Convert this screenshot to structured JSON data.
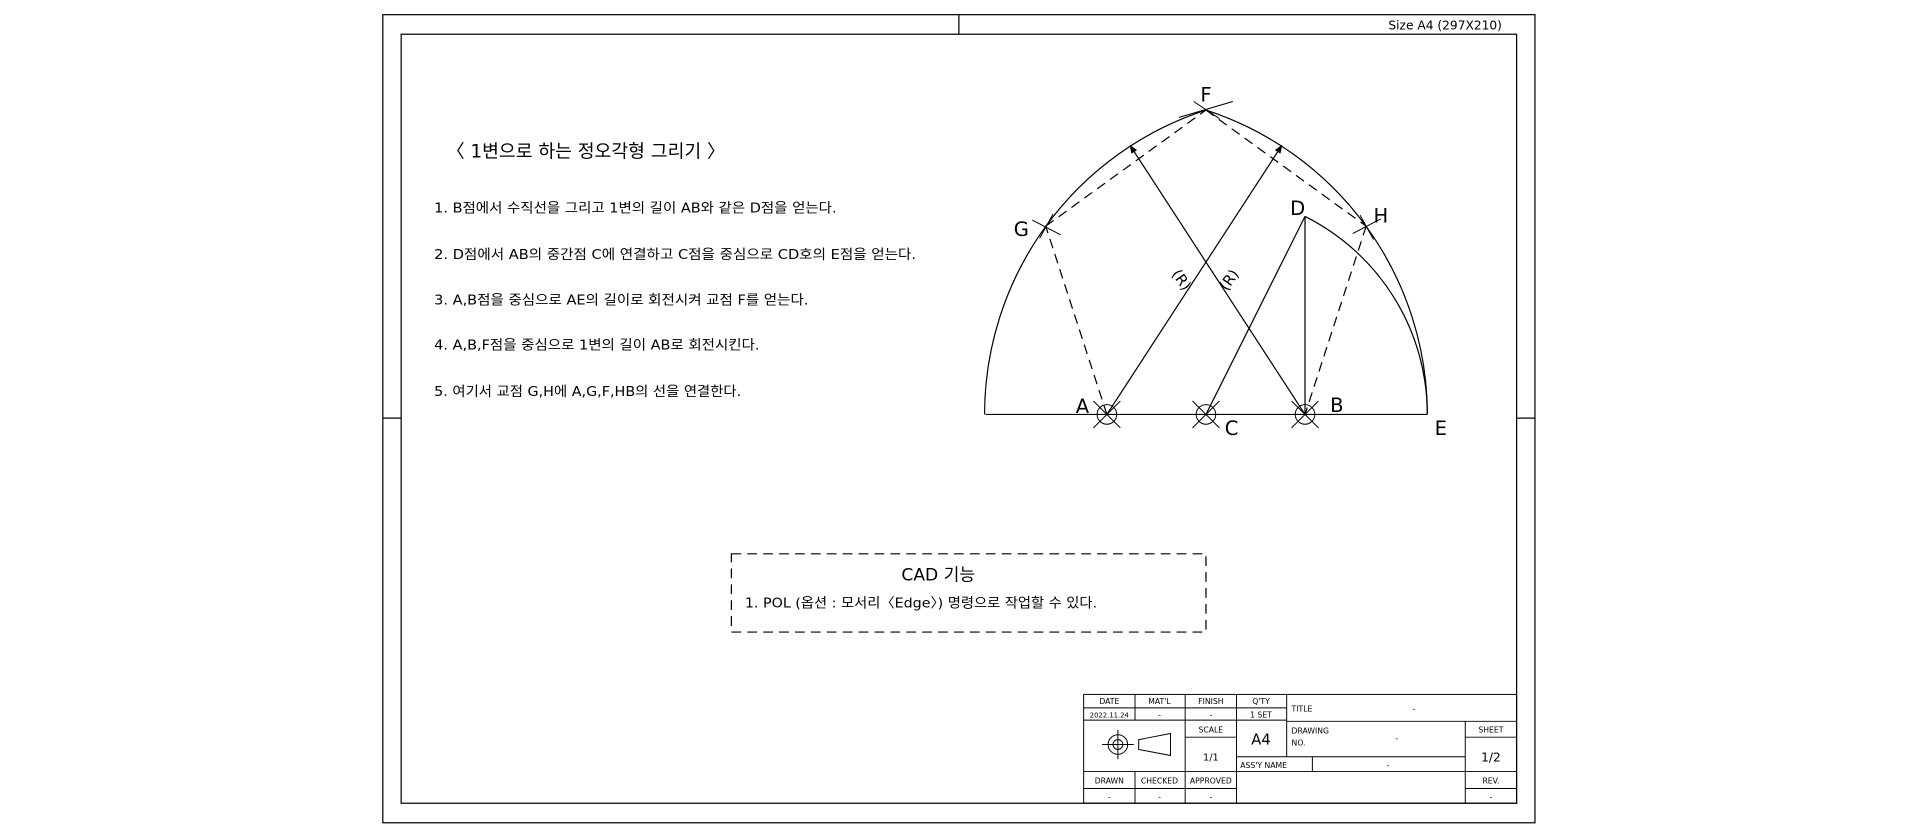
{
  "sheet": {
    "size_label": "Size A4 (297X210)"
  },
  "heading": "〈 1변으로 하는 정오각형 그리기 〉",
  "steps": [
    "1. B점에서 수직선을 그리고 1변의 길이 AB와 같은 D점을 얻는다.",
    "2. D점에서 AB의 중간점 C에 연결하고 C점을 중심으로 CD호의 E점을 얻는다.",
    "3. A,B점을 중심으로 AE의 길이로 회전시켜 교점 F를 얻는다.",
    "4. A,B,F점을 중심으로 1변의 길이 AB로 회전시킨다.",
    "5. 여기서 교점 G,H에 A,G,F,HB의 선을 연결한다."
  ],
  "figure": {
    "points": {
      "A": "A",
      "B": "B",
      "C": "C",
      "D": "D",
      "E": "E",
      "F": "F",
      "G": "G",
      "H": "H"
    },
    "radius_label": "(R)"
  },
  "cad_box": {
    "heading": "CAD 기능",
    "item": "1. POL (옵션 : 모서리〈Edge〉) 명령으로 작업할 수 있다."
  },
  "title_block": {
    "headers": {
      "date": "DATE",
      "material": "MAT'L",
      "finish": "FINISH",
      "qty": "Q'TY"
    },
    "values": {
      "date": "2022.11.24",
      "material": "-",
      "finish": "-",
      "qty": "1 SET"
    },
    "title_label": "TITLE",
    "title_value": "-",
    "scale_label": "SCALE",
    "scale_value": "1/1",
    "paper_size": "A4",
    "drawing_no_label_1": "DRAWING",
    "drawing_no_label_2": "NO.",
    "drawing_no_value": "-",
    "sheet_label": "SHEET",
    "sheet_value": "1/2",
    "assy_label": "ASS'Y NAME",
    "assy_value": "-",
    "signoff": {
      "drawn": "DRAWN",
      "checked": "CHECKED",
      "approved": "APPROVED"
    },
    "signoff_values": {
      "drawn": "-",
      "checked": "-",
      "approved": "-"
    },
    "rev_label": "REV.",
    "rev_value": "-"
  }
}
